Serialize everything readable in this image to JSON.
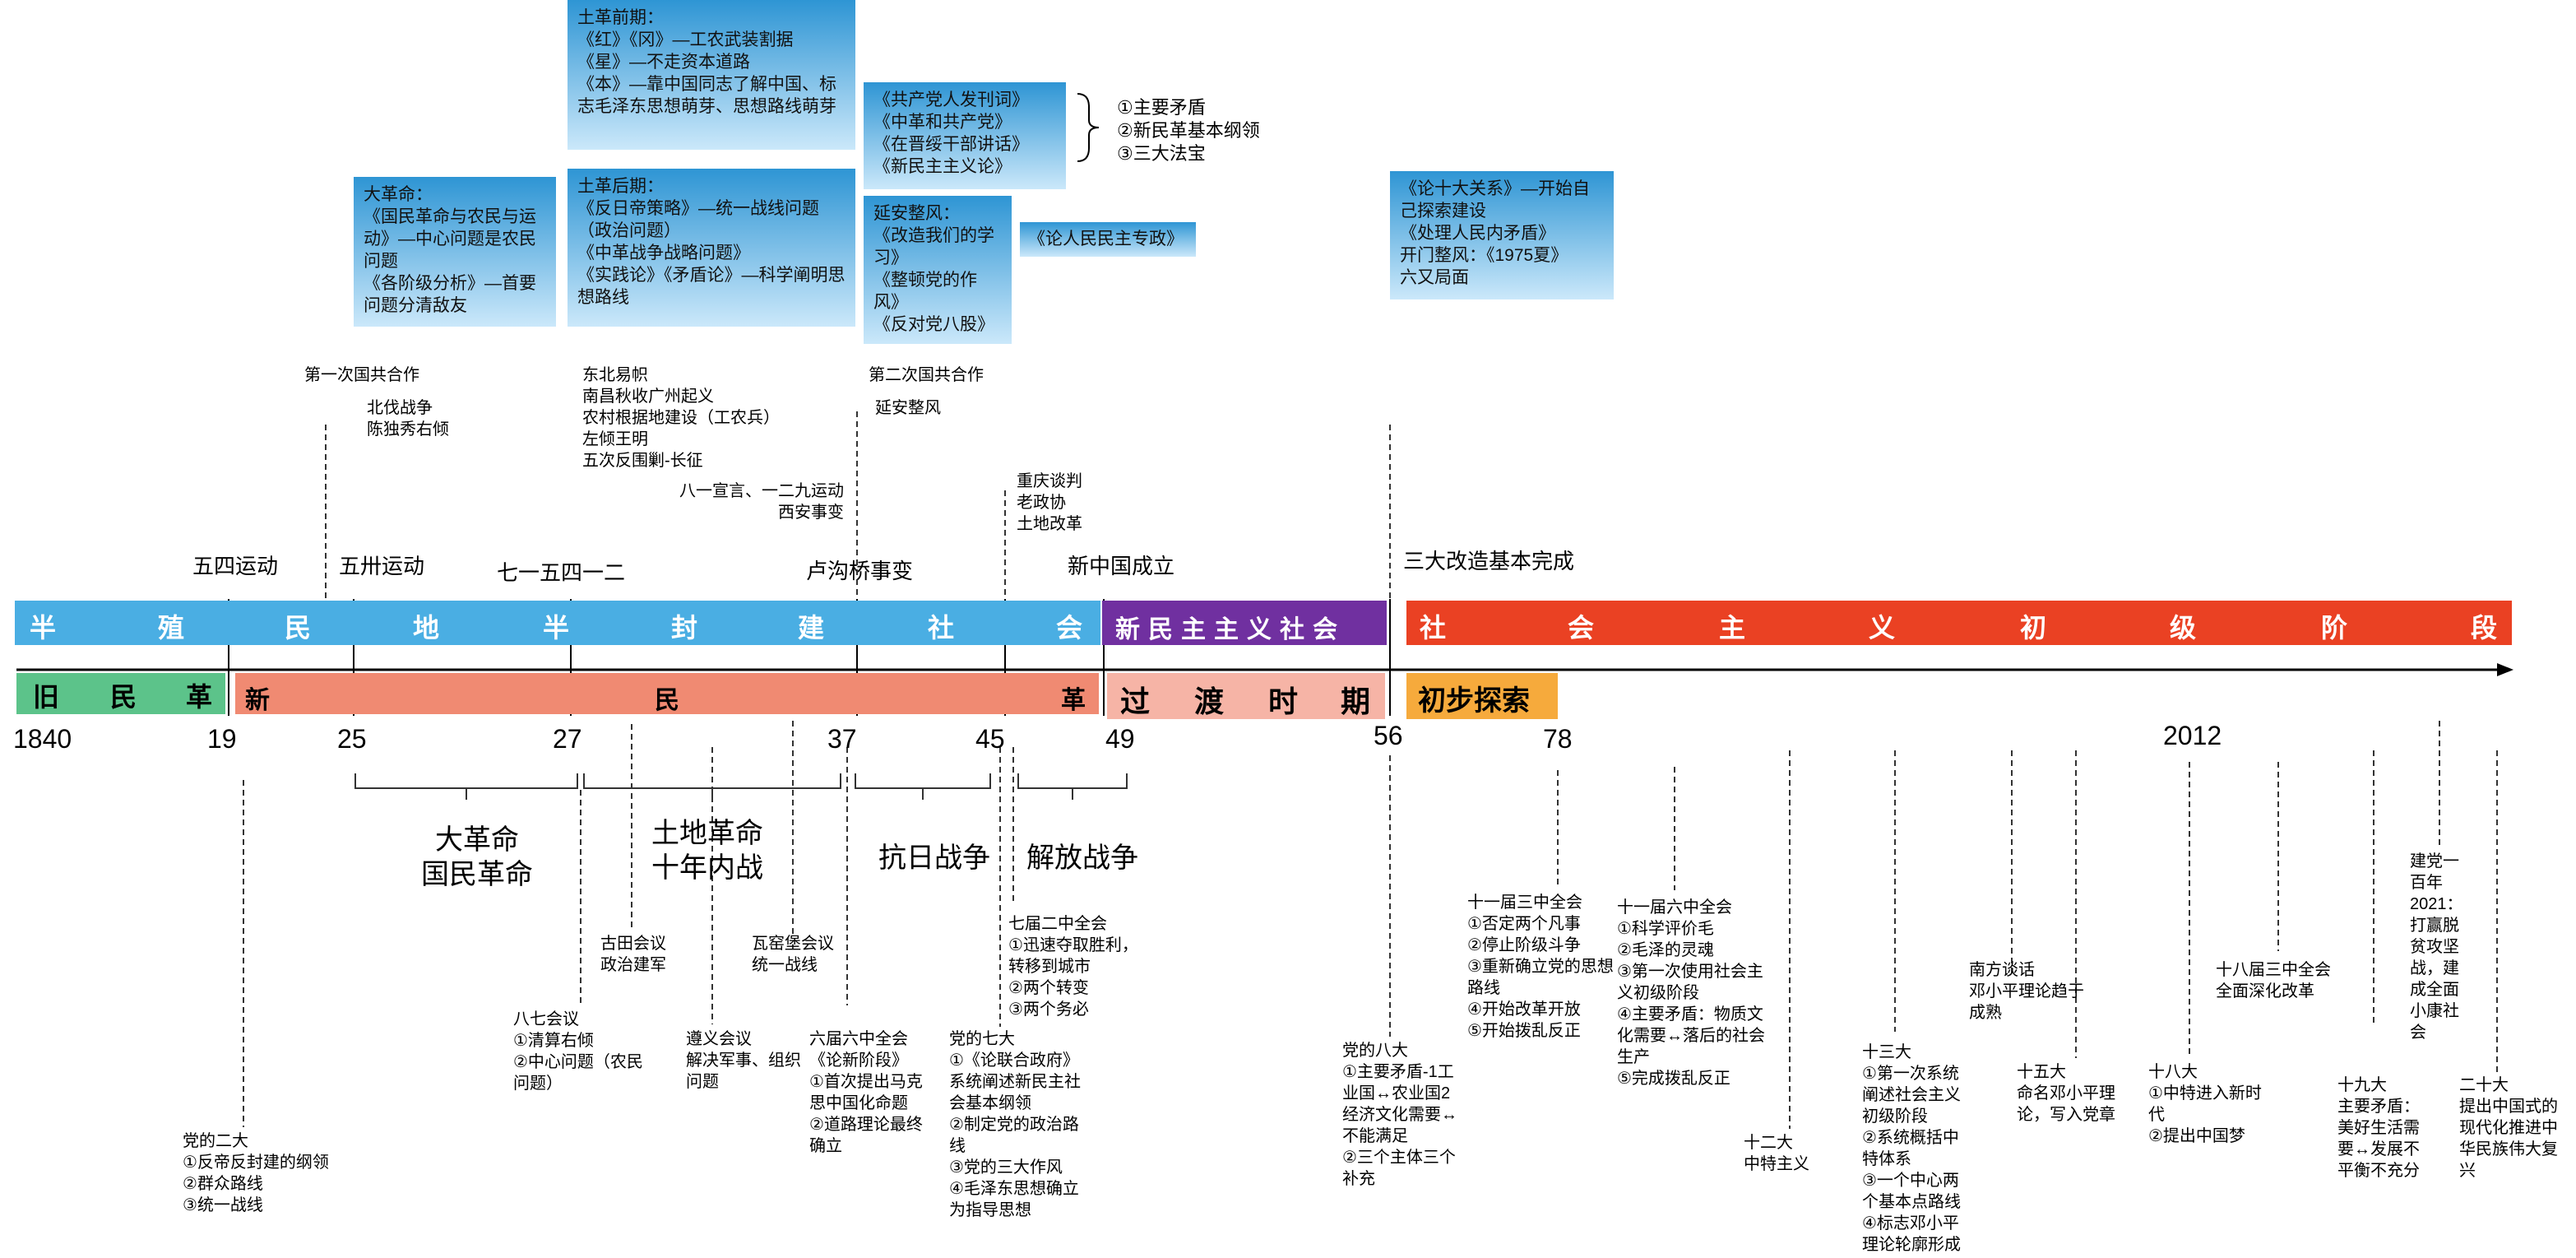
{
  "colors": {
    "blue_band": "#4aaee3",
    "purple_band": "#7030a0",
    "red_band": "#ea4123",
    "green_band": "#5cc38a",
    "salmon_band": "#f08a72",
    "pink_band": "#f6b4a6",
    "orange_band": "#f6aa3c"
  },
  "top_boxes": {
    "great_revolution": "大革命：\n《国民革命与农民与运动》—中心问题是农民问题\n《各阶级分析》—首要问题分清敌友",
    "land_rev_early": "土革前期：\n《红》《冈》—工农武装割据\n《星》—不走资本道路\n《本》—靠中国同志了解中国、标志毛泽东思想萌芽、思想路线萌芽",
    "land_rev_late": "土革后期：\n《反日帝策略》—统一战线问题（政治问题）\n《中革战争战略问题》\n《实践论》《矛盾论》—科学阐明思想路线",
    "communist_works": "《共产党人发刊词》\n《中革和共产党》\n《在晋绥干部讲话》\n《新民主主义论》",
    "three_points": "①主要矛盾\n②新民革基本纲领\n③三大法宝",
    "yanan": "延安整风：\n《改造我们的学习》\n《整顿党的作风》\n《反对党八股》",
    "peoples_dictatorship": "《论人民民主专政》",
    "ten_relations": "《论十大关系》—开始自己探索建设\n《处理人民内矛盾》\n开门整风：《1975夏》\n六又局面"
  },
  "upper_events": {
    "first_coop": "第一次国共合作",
    "northern": "北伐战争\n陈独秀右倾",
    "northeast": "东北易帜\n南昌秋收广州起义\n农村根据地建设（工农兵）\n左倾王明\n五次反围剿-长征",
    "second_coop": "第二次国共合作",
    "yanan_zf": "延安整风",
    "eight_one": "八一宣言、一二九运动\n西安事变",
    "chongqing": "重庆谈判\n老政协\n土地改革"
  },
  "markers": {
    "may4": "五四运动",
    "may30": "五卅运动",
    "july15": "七一五四一二",
    "lugou": "卢沟桥事变",
    "prc": "新中国成立",
    "three_transform": "三大改造基本完成"
  },
  "bands": {
    "semi_colonial": [
      "半",
      "殖",
      "民",
      "地",
      "半",
      "封",
      "建",
      "社",
      "会"
    ],
    "new_democratic_society": "新民主主义社会",
    "socialism": [
      "社",
      "会",
      "主",
      "义",
      "初",
      "级",
      "阶",
      "段"
    ],
    "old_dem_rev": [
      "旧",
      "民",
      "革"
    ],
    "new_dem_rev": [
      "新",
      "民",
      "革"
    ],
    "transition": [
      "过",
      "渡",
      "时",
      "期"
    ],
    "initial_exploration": "初步探索"
  },
  "years": [
    "1840",
    "19",
    "25",
    "27",
    "37",
    "45",
    "49",
    "56",
    "78",
    "2012"
  ],
  "periods": {
    "great_rev": "大革命\n国民革命",
    "land_rev": "土地革命\n十年内战",
    "anti_japan": "抗日战争",
    "liberation": "解放战争"
  },
  "lower_events": {
    "second_congress": "党的二大\n①反帝反封建的纲领\n②群众路线\n③统一战线",
    "eight_seven": "八七会议\n①清算右倾\n②中心问题（农民问题）",
    "gutian": "古田会议\n政治建军",
    "zunyi": "遵义会议\n解决军事、组织问题",
    "wayaobao": "瓦窑堡会议\n统一战线",
    "sixth_plenum": "六届六中全会\n《论新阶段》\n①首次提出马克思中国化命题\n②道路理论最终确立",
    "seventh_congress": "党的七大\n①《论联合政府》系统阐述新民主社会基本纲领\n②制定党的政治路线\n③党的三大作风\n④毛泽东思想确立为指导思想",
    "seventh_second": "七届二中全会\n①迅速夺取胜利，转移到城市\n②两个转变\n③两个务必",
    "eighth_congress": "党的八大\n①主要矛盾-1工业国↔农业国2经济文化需要↔不能满足\n②三个主体三个补充",
    "eleventh_third": "十一届三中全会\n①否定两个凡事\n②停止阶级斗争\n③重新确立党的思想路线\n④开始改革开放\n⑤开始拨乱反正",
    "eleventh_sixth": "十一届六中全会\n①科学评价毛\n②毛泽的灵魂\n③第一次使用社会主义初级阶段\n④主要矛盾：物质文化需要↔落后的社会生产\n⑤完成拨乱反正",
    "twelfth": "十二大\n中特主义",
    "thirteenth": "十三大\n①第一次系统阐述社会主义初级阶段\n②系统概括中特体系\n③一个中心两个基本点路线\n④标志邓小平理论轮廓形成",
    "southern_tour": "南方谈话\n邓小平理论趋于成熟",
    "fifteenth": "十五大\n命名邓小平理论，写入党章",
    "eighteenth": "十八大\n①中特进入新时代\n②提出中国梦",
    "eighteenth_third": "十八届三中全会\n全面深化改革",
    "nineteenth": "十九大\n主要矛盾：美好生活需要↔发展不平衡不充分",
    "centenary": "建党一百年\n2021：打赢脱贫攻坚战，建成全面小康社会",
    "twentieth": "二十大\n提出中国式的现代化推进中华民族伟大复兴"
  }
}
